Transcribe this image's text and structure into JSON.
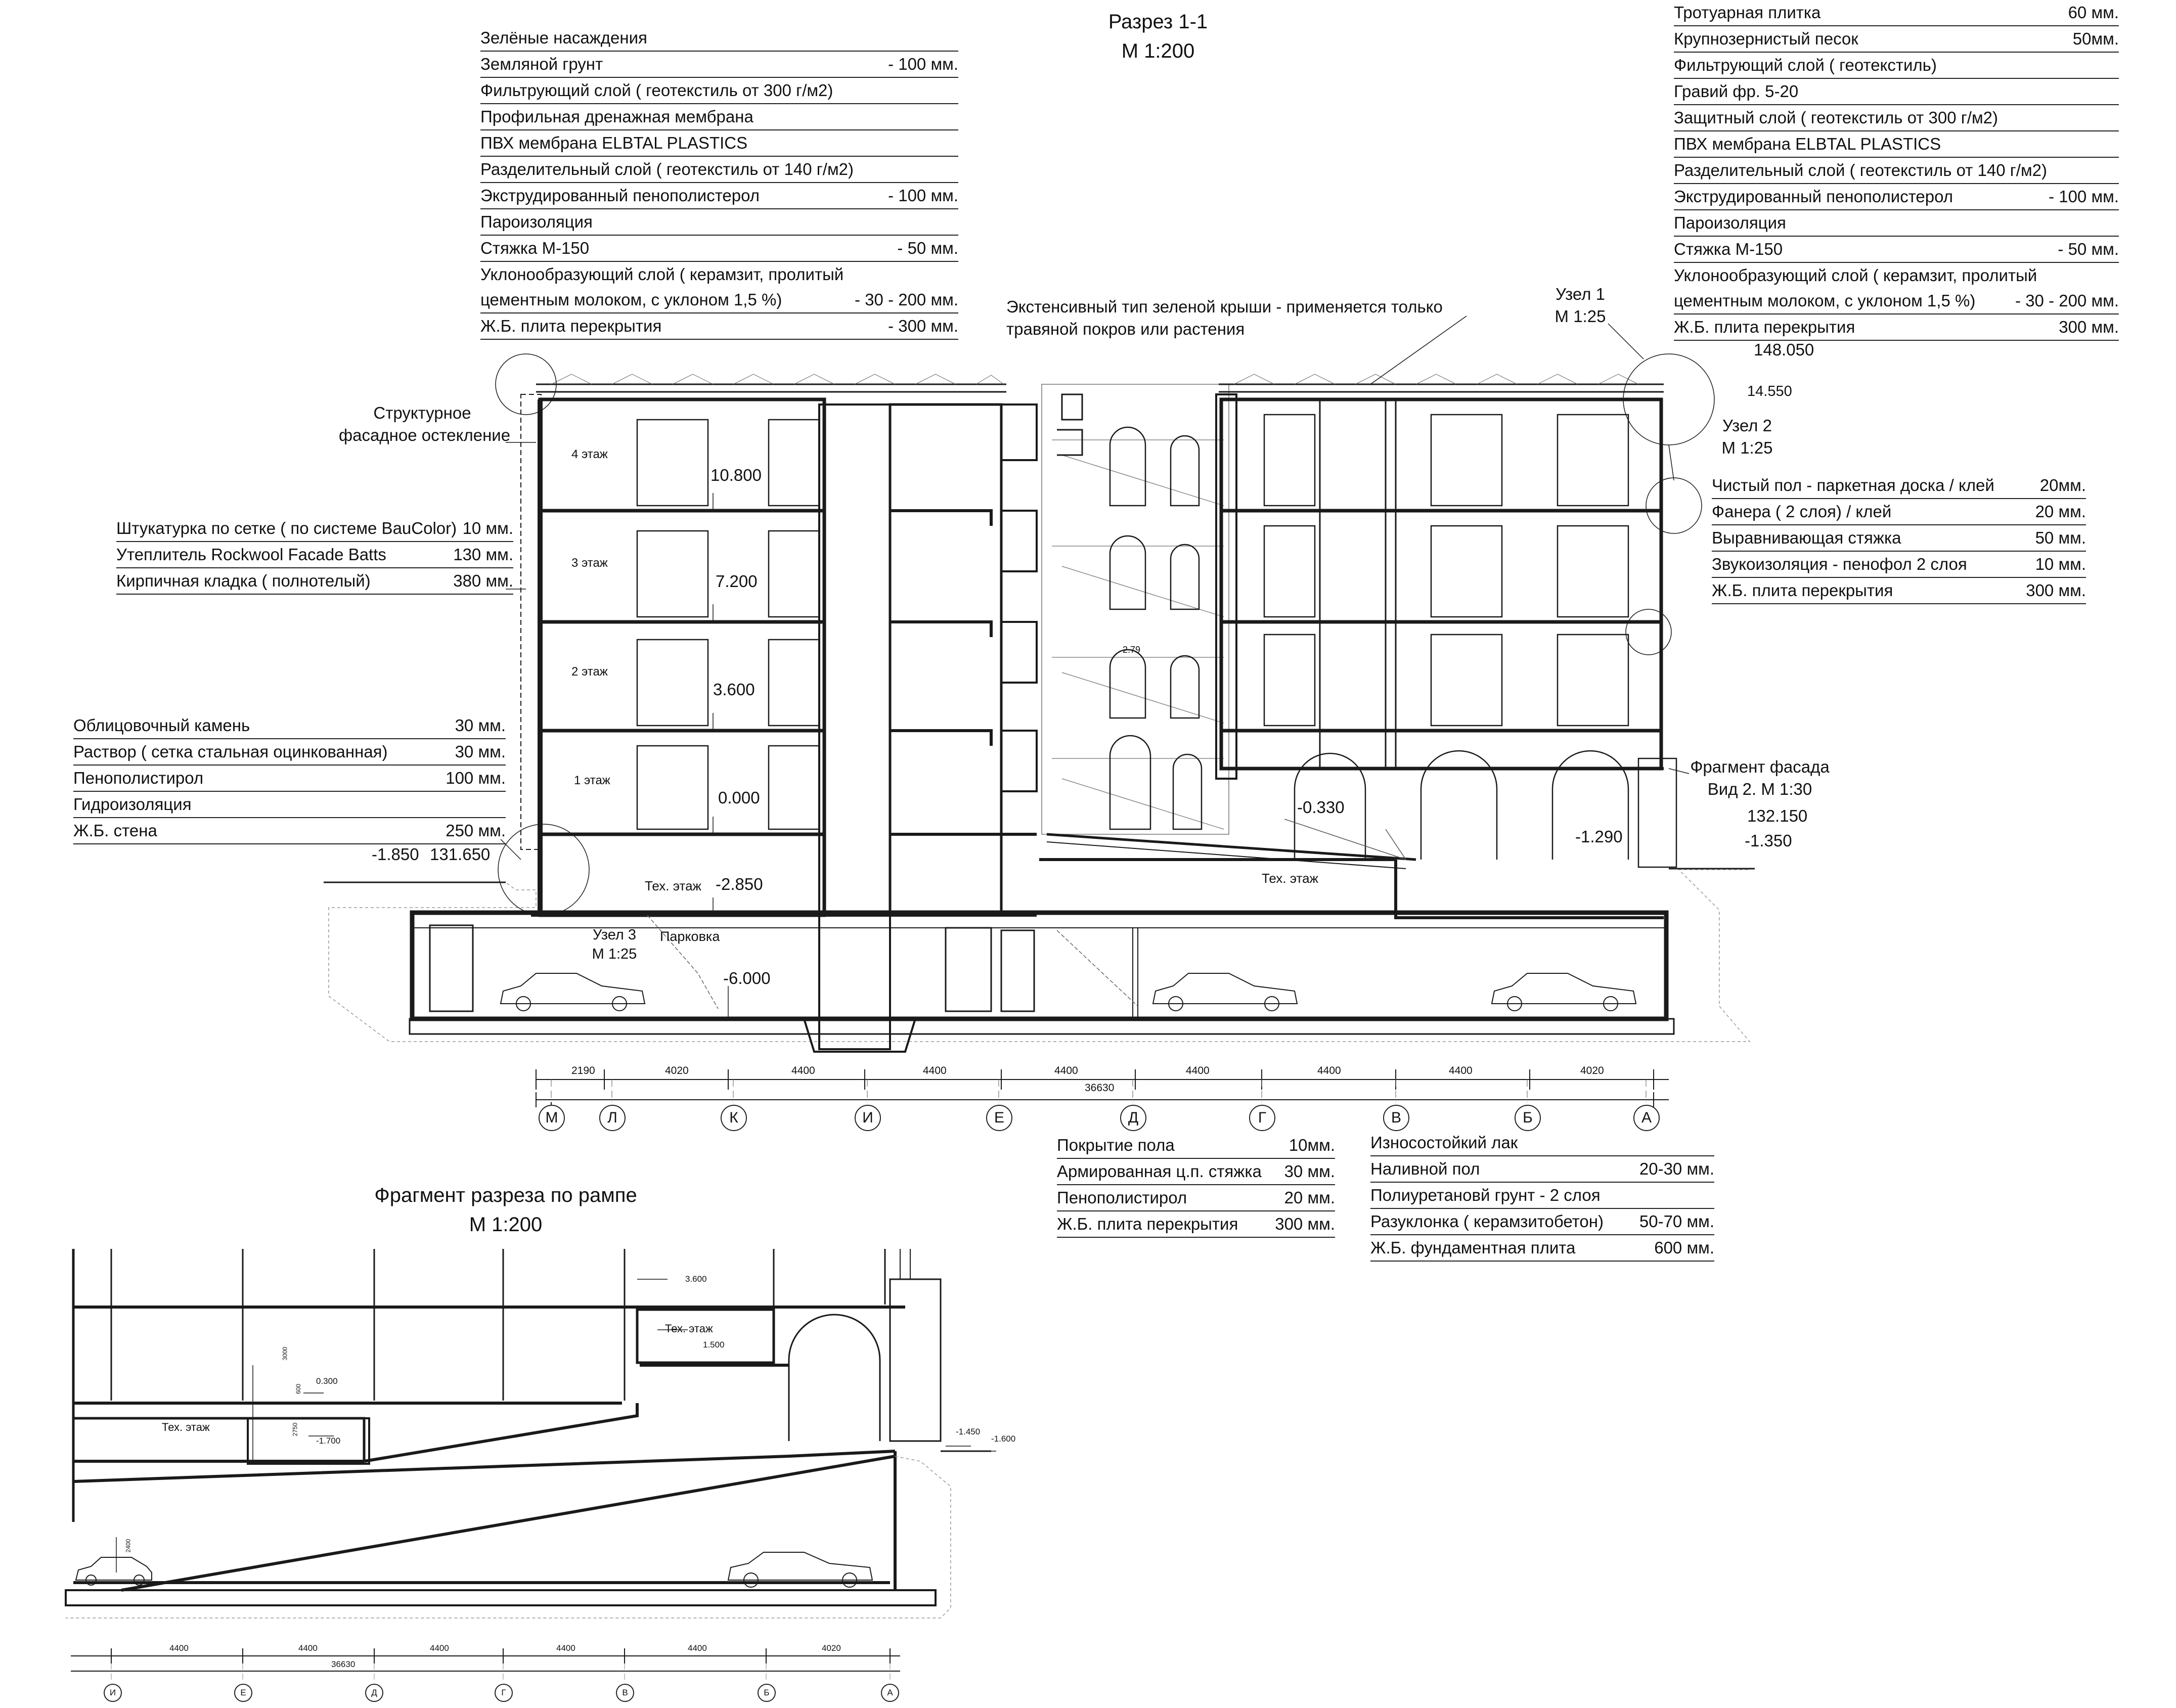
{
  "section": {
    "title": "Разрез 1-1",
    "scale": "М 1:200"
  },
  "roof_left_spec": [
    {
      "name": "Зелёные насаждения",
      "value": ""
    },
    {
      "name": "Земляной грунт",
      "value": "- 100 мм."
    },
    {
      "name": "Фильтрующий слой ( геотекстиль от 300 г/м2)",
      "value": ""
    },
    {
      "name": "Профильная дренажная мембрана",
      "value": ""
    },
    {
      "name": "ПВХ мембрана ELBTAL PLASTICS",
      "value": ""
    },
    {
      "name": "Разделительный слой ( геотекстиль от 140 г/м2)",
      "value": ""
    },
    {
      "name": "Экструдированный пенополистерол",
      "value": "- 100 мм."
    },
    {
      "name": "Пароизоляция",
      "value": ""
    },
    {
      "name": "Стяжка М-150",
      "value": "- 50 мм."
    },
    {
      "name": "Уклонообразующий слой ( керамзит, пролитый",
      "value": ""
    },
    {
      "name": "цементным молоком, с уклоном 1,5 %)",
      "value": "- 30 - 200 мм."
    },
    {
      "name": "Ж.Б. плита перекрытия",
      "value": "- 300 мм."
    }
  ],
  "roof_right_spec": [
    {
      "name": "Тротуарная плитка",
      "value": "60 мм."
    },
    {
      "name": "Крупнозернистый песок",
      "value": "50мм."
    },
    {
      "name": "Фильтрующий слой ( геотекстиль)",
      "value": ""
    },
    {
      "name": "Гравий фр. 5-20",
      "value": ""
    },
    {
      "name": "Защитный слой ( геотекстиль от 300 г/м2)",
      "value": ""
    },
    {
      "name": "ПВХ мембрана ELBTAL PLASTICS",
      "value": ""
    },
    {
      "name": "Разделительный слой ( геотекстиль от 140 г/м2)",
      "value": ""
    },
    {
      "name": "Экструдированный пенополистерол",
      "value": "- 100 мм."
    },
    {
      "name": "Пароизоляция",
      "value": ""
    },
    {
      "name": "Стяжка М-150",
      "value": "- 50 мм."
    },
    {
      "name": "Уклонообразующий слой ( керамзит, пролитый",
      "value": ""
    },
    {
      "name": "цементным молоком, с уклоном 1,5 %)",
      "value": "- 30 - 200 мм."
    },
    {
      "name": "Ж.Б. плита перекрытия",
      "value": "300 мм."
    }
  ],
  "wall_spec": [
    {
      "name": "Штукатурка по сетке ( по системе BauColor)",
      "value": "10 мм."
    },
    {
      "name": "Утеплитель Rockwool Facade Batts",
      "value": "130 мм."
    },
    {
      "name": "Кирпичная кладка ( полнотелый)",
      "value": "380 мм."
    }
  ],
  "base_spec": [
    {
      "name": "Облицовочный камень",
      "value": "30 мм."
    },
    {
      "name": "Раствор ( сетка стальная оцинкованная)",
      "value": "30 мм."
    },
    {
      "name": "Пенополистирол",
      "value": "100 мм."
    },
    {
      "name": "Гидроизоляция",
      "value": ""
    },
    {
      "name": "Ж.Б. стена",
      "value": "250 мм."
    }
  ],
  "floor_spec": [
    {
      "name": "Чистый пол - паркетная доска / клей",
      "value": "20мм."
    },
    {
      "name": "Фанера ( 2 слоя) / клей",
      "value": "20 мм."
    },
    {
      "name": "Выравнивающая стяжка",
      "value": "50 мм."
    },
    {
      "name": "Звукоизоляция - пенофол 2 слоя",
      "value": "10 мм."
    },
    {
      "name": "Ж.Б. плита перекрытия",
      "value": "300 мм."
    }
  ],
  "floor2_spec": [
    {
      "name": "Покрытие пола",
      "value": "10мм."
    },
    {
      "name": "Армированная ц.п. стяжка",
      "value": "30 мм."
    },
    {
      "name": "Пенополистирол",
      "value": "20 мм."
    },
    {
      "name": "Ж.Б. плита перекрытия",
      "value": "300 мм."
    }
  ],
  "parking_spec": [
    {
      "name": "Износостойкий лак",
      "value": ""
    },
    {
      "name": "Наливной пол",
      "value": "20-30 мм."
    },
    {
      "name": "Полиуретановй грунт - 2 слоя",
      "value": ""
    },
    {
      "name": "Разуклонка ( керамзитобетон)",
      "value": "50-70 мм."
    },
    {
      "name": "Ж.Б. фундаментная плита",
      "value": "600 мм."
    }
  ],
  "notes": {
    "green_roof": [
      "Экстенсивный тип зеленой крыши - применяется только",
      "травяной покров или растения"
    ],
    "glazing": [
      "Структурное",
      "фасадное остекление"
    ],
    "node1": [
      "Узел 1",
      "М 1:25"
    ],
    "node2": [
      "Узел 2",
      "М 1:25"
    ],
    "node3": [
      "Узел 3",
      "М 1:25"
    ],
    "facade_fragment": [
      "Фрагмент фасада",
      "Вид 2. М 1:30"
    ],
    "parking": "Парковка",
    "tech_floor": "Тех. этаж",
    "stair_mark": "2.79"
  },
  "floors": [
    "4 этаж",
    "3 этаж",
    "2 этаж",
    "1 этаж"
  ],
  "levels": {
    "l10800": "10.800",
    "l7200": "7.200",
    "l3600": "3.600",
    "l0": "0.000",
    "lm2850": "-2.850",
    "lm6000": "-6.000",
    "lm1850": "-1.850",
    "a131650": "131.650",
    "a148050": "148.050",
    "l14550": "14.550",
    "lm0330": "-0.330",
    "lm1290": "-1.290",
    "a132150": "132.150",
    "lm1350": "-1.350"
  },
  "dimensions": {
    "spans": [
      "2190",
      "4020",
      "4400",
      "4400",
      "4400",
      "4400",
      "4400",
      "4400",
      "4020"
    ],
    "total": "36630"
  },
  "axes": [
    "М",
    "Л",
    "К",
    "И",
    "Е",
    "Д",
    "Г",
    "В",
    "Б",
    "А"
  ],
  "ramp": {
    "title": "Фрагмент разреза по рампе",
    "scale": "М 1:200",
    "levels": {
      "l3600": "3.600",
      "l1500": "1.500",
      "l0300": "0.300",
      "lm1700": "-1.700",
      "lm1450": "-1.450",
      "lm1600": "-1.600"
    },
    "dims_v": [
      "3000",
      "600",
      "2750",
      "2400"
    ],
    "spans": [
      "4400",
      "4400",
      "4400",
      "4400",
      "4400",
      "4020"
    ],
    "total": "36630",
    "axes": [
      "И",
      "Е",
      "Д",
      "Г",
      "В",
      "Б",
      "А"
    ]
  }
}
